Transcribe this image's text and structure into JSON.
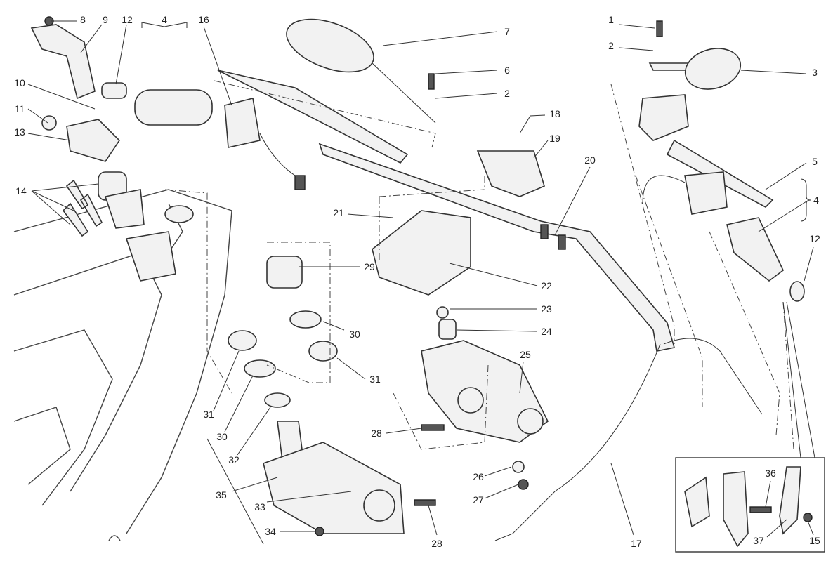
{
  "diagram": {
    "callouts": [
      "8",
      "9",
      "12",
      "4",
      "16",
      "7",
      "6",
      "2",
      "18",
      "19",
      "20",
      "10",
      "11",
      "13",
      "14",
      "21",
      "22",
      "23",
      "24",
      "25",
      "29",
      "30",
      "31",
      "31",
      "30",
      "32",
      "35",
      "33",
      "34",
      "28",
      "28",
      "26",
      "27",
      "17",
      "1",
      "2",
      "3",
      "5",
      "4",
      "12",
      "36",
      "37",
      "15"
    ]
  }
}
